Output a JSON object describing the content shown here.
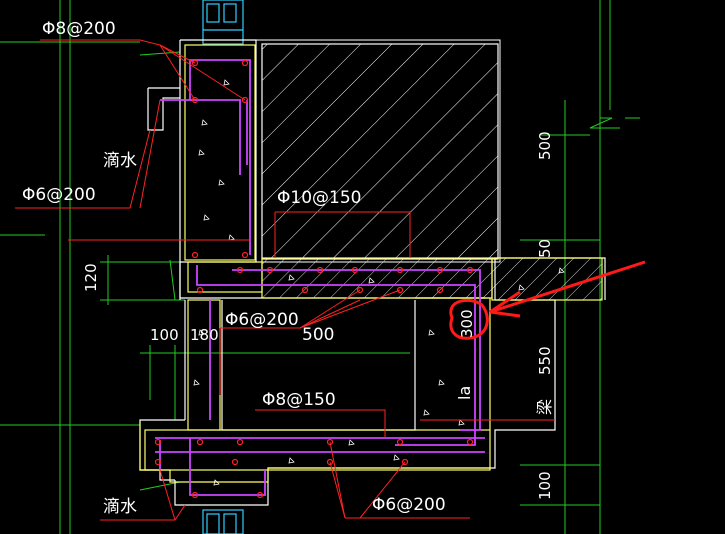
{
  "drawing": {
    "labels": {
      "phi8_200": "Φ8@200",
      "drip_top": "滴水",
      "phi6_200_left": "Φ6@200",
      "phi10_150": "Φ10@150",
      "phi6_200_mid": "Φ6@200",
      "val_500_mid": "500",
      "phi8_150": "Φ8@150",
      "drip_bottom": "滴水",
      "phi6_200_bottom": "Φ6@200",
      "la": "la",
      "beam": "梁"
    },
    "dimensions": {
      "d500": "500",
      "d50": "50",
      "d550": "550",
      "d100_right": "100",
      "d120": "120",
      "d100_left": "100",
      "d180": "180",
      "d300": "300"
    },
    "colors": {
      "background": "#000000",
      "outline": "#ffffff",
      "rebar": "#cc44ff",
      "leader": "#ff2222",
      "dimension": "#22cc22",
      "window": "#33ccff",
      "beam_edge": "#ffff66",
      "annotation_red": "#ff1a1a"
    }
  }
}
